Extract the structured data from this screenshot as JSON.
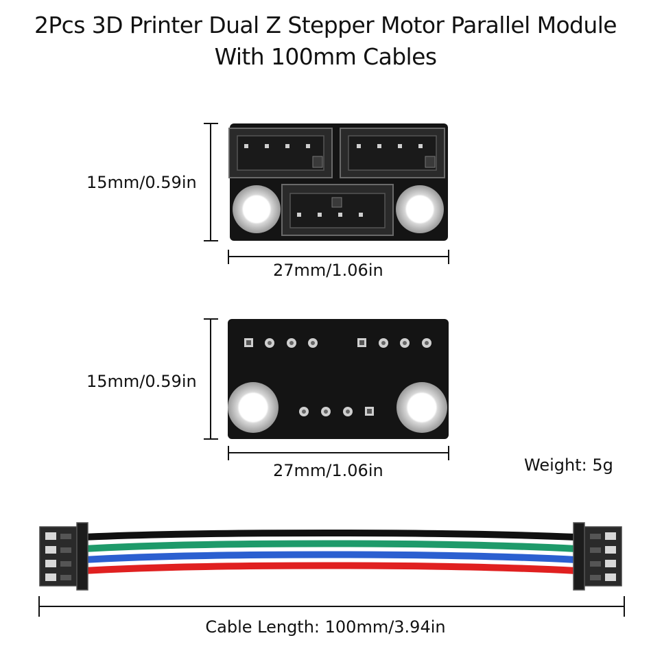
{
  "title": {
    "line1": "2Pcs 3D Printer Dual Z Stepper Motor Parallel Module",
    "line2": "With 100mm Cables"
  },
  "top_view": {
    "height_label": "15mm/0.59in",
    "width_label": "27mm/1.06in"
  },
  "bottom_view": {
    "height_label": "15mm/0.59in",
    "width_label": "27mm/1.06in"
  },
  "weight_label": "Weight: 5g",
  "cable_length_label": "Cable Length: 100mm/3.94in",
  "colors": {
    "pcb": "#141414",
    "connector": "#2a2a2a",
    "wire_black": "#111111",
    "wire_green": "#1e9a6a",
    "wire_blue": "#2b5fd0",
    "wire_red": "#e02020"
  }
}
